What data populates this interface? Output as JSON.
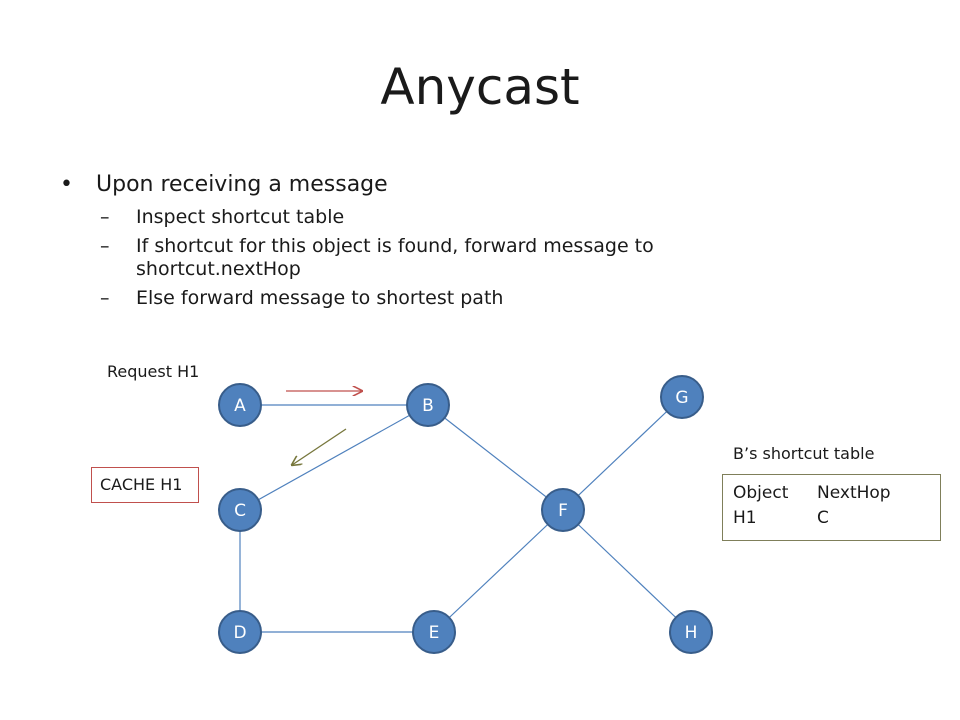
{
  "slide": {
    "title": "Anycast",
    "bullet": "Upon receiving a message",
    "bullet_marker": "•",
    "sub_marker": "–",
    "sub_bullets": [
      "Inspect shortcut table",
      "If shortcut for this object is found, forward message to shortcut.nextHop",
      "Else forward message to shortest path"
    ]
  },
  "diagram": {
    "request_label": "Request H1",
    "cache_label": "CACHE H1",
    "table_caption": "B’s shortcut table",
    "table": {
      "header": [
        "Object",
        "NextHop"
      ],
      "rows": [
        [
          "H1",
          "C"
        ]
      ]
    },
    "nodes": [
      {
        "id": "A",
        "label": "A"
      },
      {
        "id": "B",
        "label": "B"
      },
      {
        "id": "G",
        "label": "G"
      },
      {
        "id": "C",
        "label": "C"
      },
      {
        "id": "F",
        "label": "F"
      },
      {
        "id": "D",
        "label": "D"
      },
      {
        "id": "E",
        "label": "E"
      },
      {
        "id": "H",
        "label": "H"
      }
    ],
    "edges": [
      [
        "A",
        "B"
      ],
      [
        "B",
        "C"
      ],
      [
        "B",
        "F"
      ],
      [
        "C",
        "D"
      ],
      [
        "D",
        "E"
      ],
      [
        "E",
        "F"
      ],
      [
        "F",
        "G"
      ],
      [
        "F",
        "H"
      ]
    ],
    "colors": {
      "node_fill": "#4f81bd",
      "node_stroke": "#385d8a",
      "edge": "#4f81bd",
      "request_arrow": "#c0504d",
      "reply_arrow": "#77773c"
    }
  }
}
